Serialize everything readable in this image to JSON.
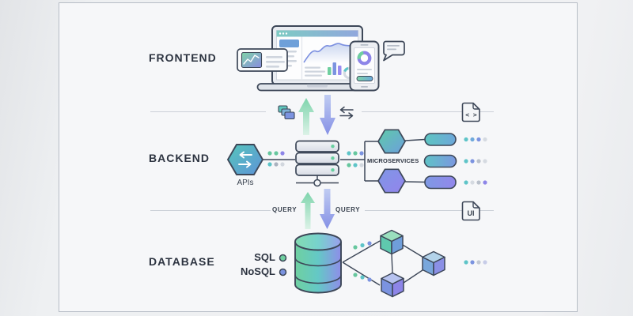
{
  "diagram": {
    "layers": [
      {
        "id": "frontend",
        "label": "FRONTEND"
      },
      {
        "id": "backend",
        "label": "BACKEND"
      },
      {
        "id": "database",
        "label": "DATABASE"
      }
    ],
    "backend": {
      "apis_label": "APIs",
      "microservices_label": "MICROSERVICES"
    },
    "database": {
      "sql_label": "SQL",
      "nosql_label": "NoSQL"
    },
    "query": {
      "left_label": "QUERY",
      "right_label": "QUERY"
    },
    "files": {
      "code_label": "< >",
      "ui_label": "UI"
    },
    "icons": {
      "sync": "swap-horizontal-arrows",
      "apis": "hexagon-with-swap-arrows",
      "layers": "stacked-cards",
      "code_file": "document-with-code-brackets",
      "ui_file": "document-with-ui-text",
      "server": "server-stack-with-status-dots",
      "database": "gradient-cylinder",
      "nodes": "isometric-cubes-network"
    },
    "colors": {
      "outline": "#3d4758",
      "text": "#2c3340",
      "canvas_bg": "#f6f7f9",
      "outer_bg": "#eceef1",
      "divider": "#cbd0d8",
      "green": "#6fcf9f",
      "teal": "#5ec4c8",
      "blue": "#7b93e0",
      "purple": "#8d85e8",
      "arrow_up_green": "#7ed4ac",
      "arrow_down_blue": "#8590e5"
    }
  }
}
